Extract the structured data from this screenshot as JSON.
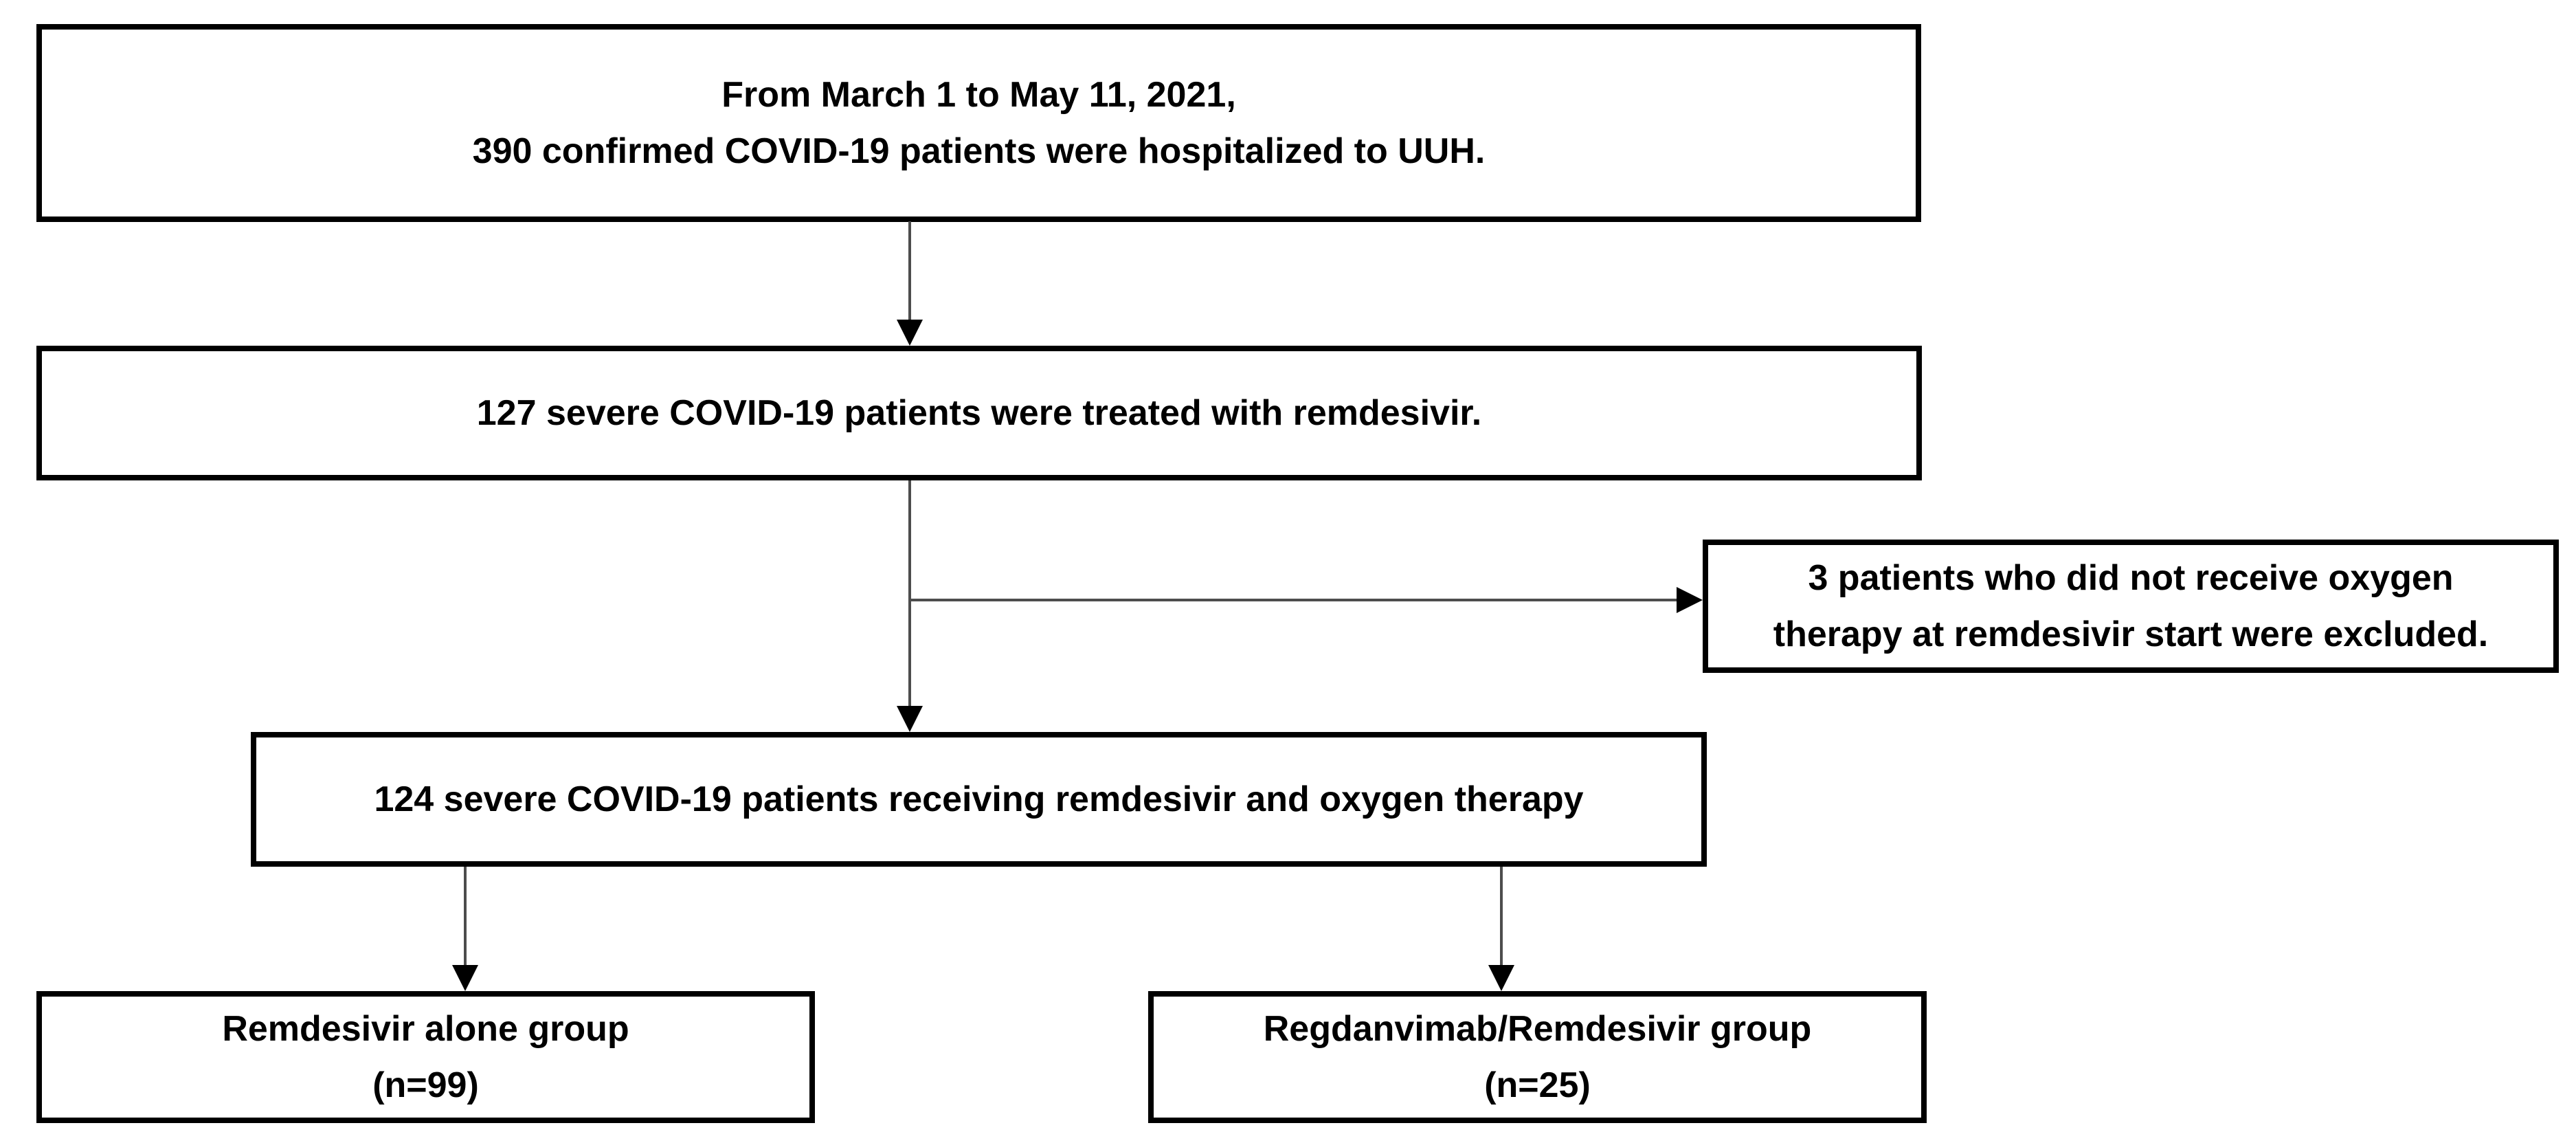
{
  "figure": {
    "kind": "patient-flow-diagram",
    "background_color": "#ffffff",
    "box_border_color": "#000000",
    "text_color": "#000000",
    "arrow_stem_color": "#4d4d4d",
    "arrowhead_color": "#000000"
  },
  "boxes": {
    "hospitalized": {
      "lines": [
        "From March 1 to May 11, 2021,",
        "390 confirmed COVID-19 patients were hospitalized to UUH."
      ]
    },
    "treated": {
      "lines": [
        "127 severe COVID-19 patients were treated with remdesivir."
      ]
    },
    "excluded": {
      "lines": [
        "3 patients who did not receive oxygen",
        "therapy at remdesivir start were excluded."
      ]
    },
    "receiving": {
      "lines": [
        "124 severe COVID-19 patients receiving remdesivir and oxygen therapy"
      ]
    },
    "alone": {
      "lines": [
        "Remdesivir alone group",
        "(n=99)"
      ]
    },
    "combo": {
      "lines": [
        "Regdanvimab/Remdesivir group",
        "(n=25)"
      ]
    }
  }
}
